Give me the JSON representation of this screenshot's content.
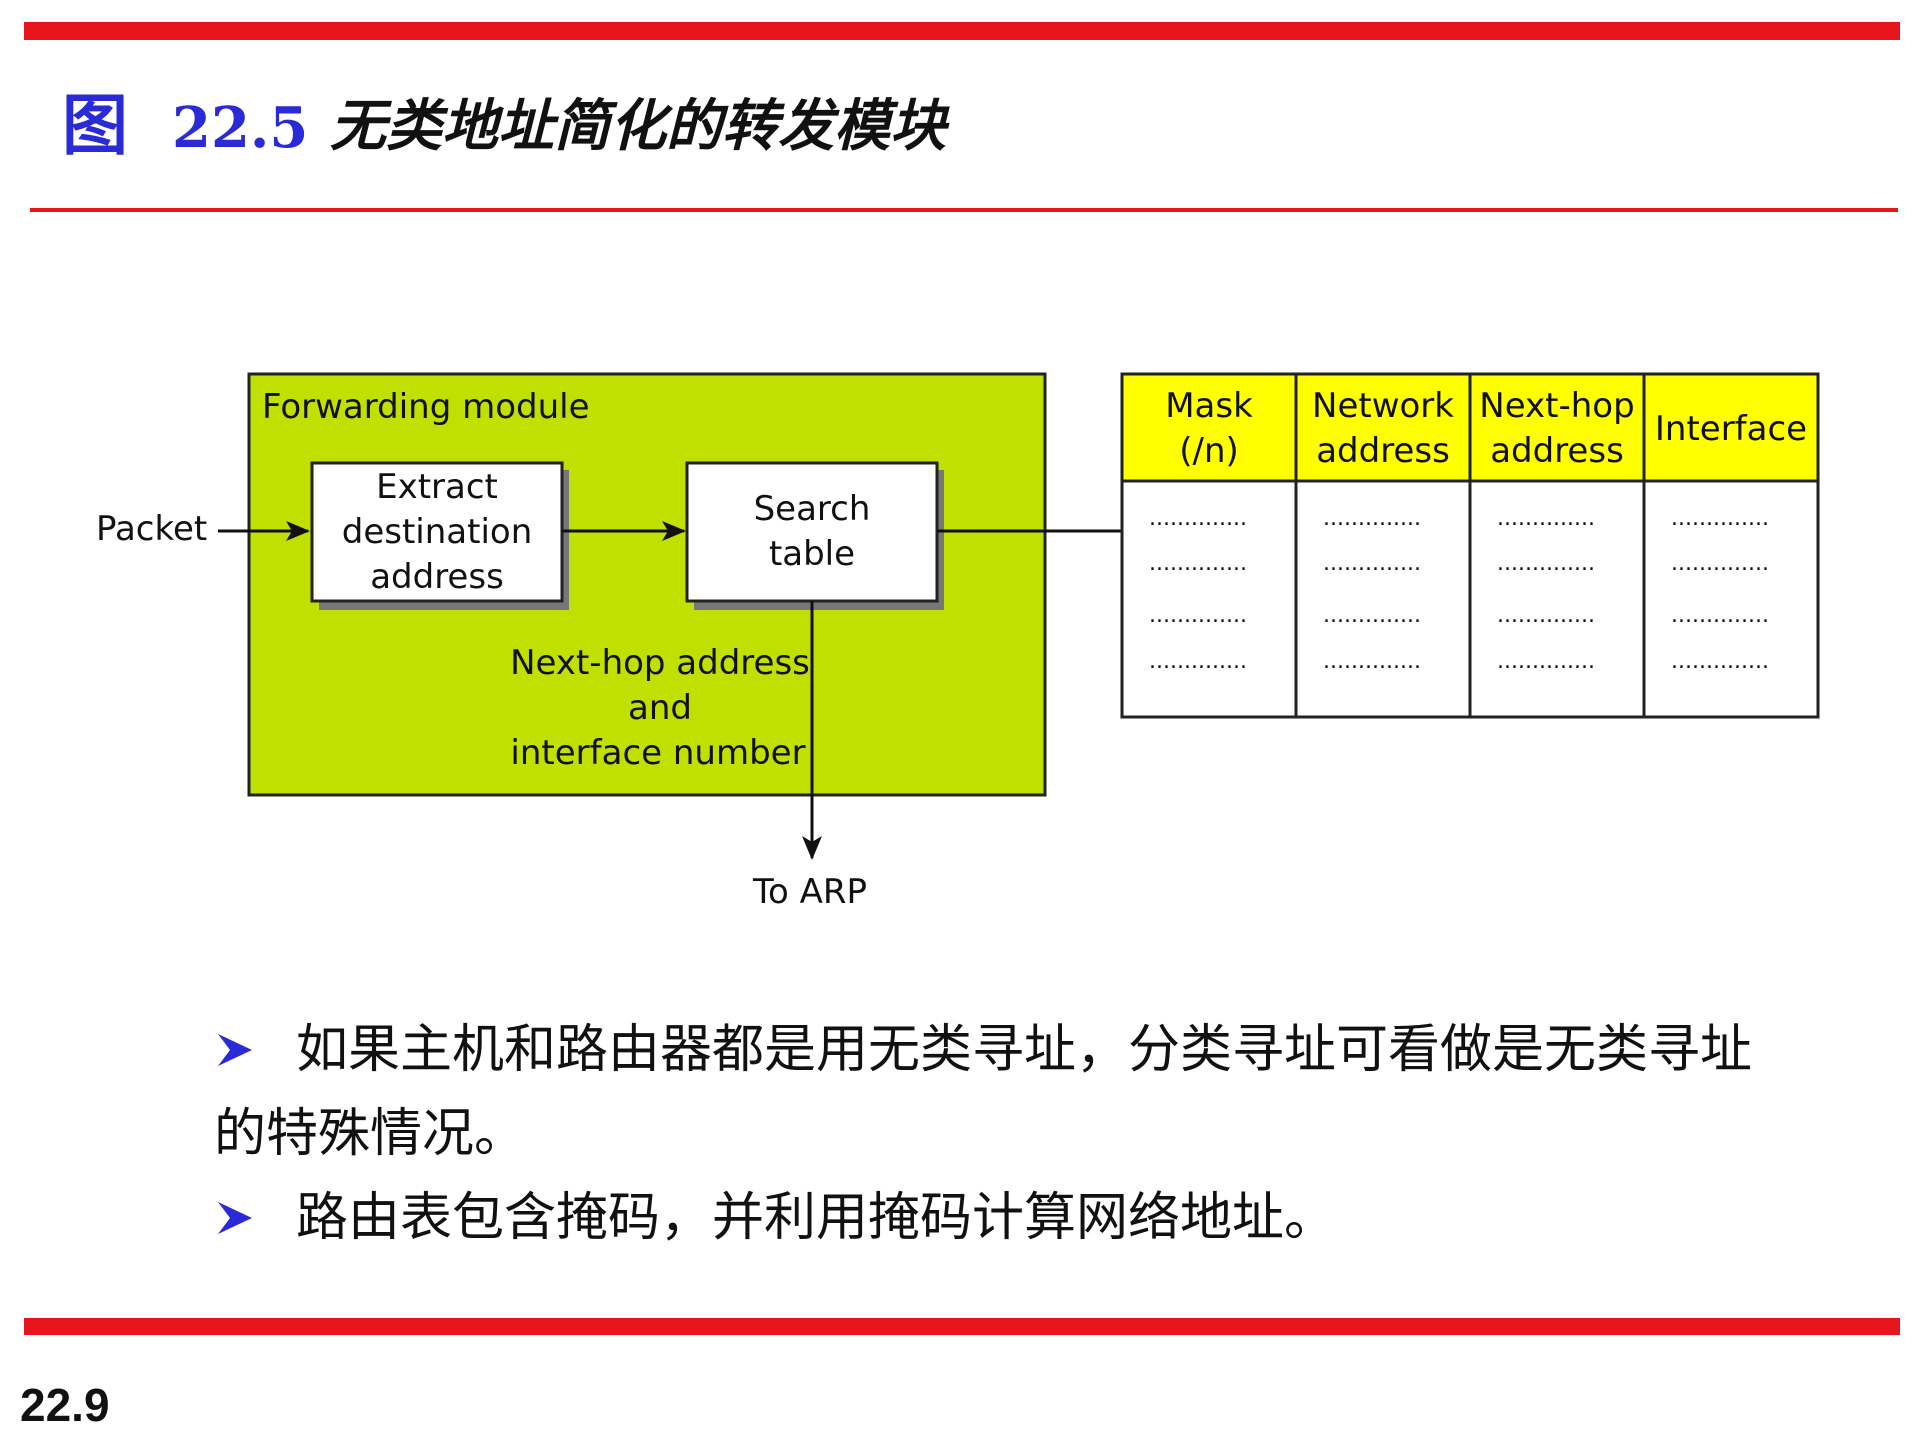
{
  "header": {
    "figure_label": "图",
    "figure_number": "22.5",
    "figure_title": "无类地址简化的转发模块"
  },
  "diagram": {
    "module_label": "Forwarding module",
    "packet_label": "Packet",
    "extract_box": [
      "Extract",
      "destination",
      "address"
    ],
    "search_box": [
      "Search",
      "table"
    ],
    "output_label": [
      "Next-hop address",
      "and",
      "interface number"
    ],
    "to_arp": "To ARP",
    "table": {
      "headers": [
        [
          "Mask",
          "(/n)"
        ],
        [
          "Network",
          "address"
        ],
        [
          "Next-hop",
          "address"
        ],
        [
          "Interface"
        ]
      ],
      "rows": [
        [
          "..............",
          "..............",
          "..............",
          ".............."
        ],
        [
          "..............",
          "..............",
          "..............",
          ".............."
        ],
        [
          "..............",
          "..............",
          "..............",
          ".............."
        ],
        [
          "..............",
          "..............",
          "..............",
          ".............."
        ]
      ]
    },
    "colors": {
      "module_fill": "#bfe000",
      "header_fill": "#ffff00",
      "accent": "#e8141b",
      "title_blue": "#2a2ad6"
    }
  },
  "bullets": [
    {
      "icon": "arrow-bullet-icon",
      "text": "如果主机和路由器都是用无类寻址，分类寻址可看做是无类寻址的特殊情况。"
    },
    {
      "icon": "arrow-bullet-icon",
      "text": "路由表包含掩码，并利用掩码计算网络地址。"
    }
  ],
  "footer": {
    "page_number": "22.9"
  }
}
